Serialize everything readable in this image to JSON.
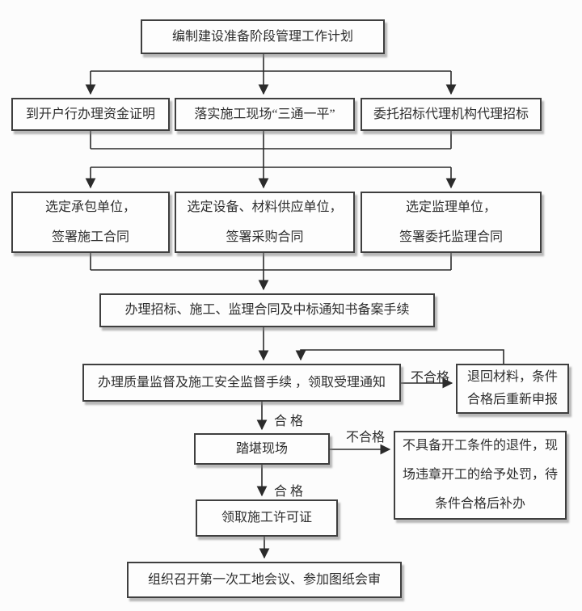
{
  "diagram": {
    "boxes": {
      "plan": "编制建设准备阶段管理工作计划",
      "fund_certificate": "到开户行办理资金证明",
      "site_preparation": "落实施工现场“三通一平”",
      "bidding_agency": "委托招标代理机构代理招标",
      "contractor": "选定承包单位，\n签署施工合同",
      "supplier": "选定设备、材料供应单位，\n签署采购合同",
      "supervisor": "选定监理单位，\n签署委托监理合同",
      "filing": "办理招标、施工、监理合同及中标通知书备案手续",
      "quality_supervision": "办理质量监督及施工安全监督手续 ，领取受理通知",
      "return_materials": "退回材料，条件\n合格后重新申报",
      "site_survey": "踏堪现场",
      "reject_penalty": "不具备开工条件的退件，现\n场违章开工的给予处罚，待\n条件合格后补办",
      "construction_permit": "领取施工许可证",
      "first_meeting": "组织召开第一次工地会议、参加图纸会审"
    },
    "labels": {
      "qualified_1": "合 格",
      "unqualified_1": "不合格",
      "qualified_2": "合 格",
      "unqualified_2": "不合格"
    },
    "colors": {
      "line": "#2b2b2b",
      "box_border": "#3f3f3f",
      "text": "#2e2e2e",
      "background": "#fcfcfc"
    }
  }
}
